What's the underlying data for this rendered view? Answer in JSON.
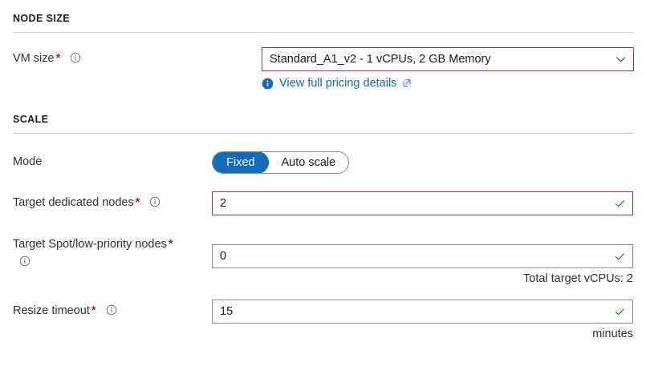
{
  "sections": {
    "node_size": {
      "title": "NODE SIZE",
      "vm_size": {
        "label": "VM size",
        "required_marker": "*",
        "info_icon": "info-circle-icon",
        "value": "Standard_A1_v2 - 1 vCPUs, 2 GB Memory",
        "chevron_icon": "chevron-down-icon",
        "border_color": "#8b2f8b"
      },
      "pricing_link": {
        "info_icon": "info-filled-icon",
        "text": "View full pricing details",
        "external_icon": "external-link-icon",
        "color": "#0f6cbd"
      }
    },
    "scale": {
      "title": "SCALE",
      "mode": {
        "label": "Mode",
        "options": [
          "Fixed",
          "Auto scale"
        ],
        "selected": "Fixed",
        "active_color": "#0f6cbd"
      },
      "target_dedicated_nodes": {
        "label": "Target dedicated nodes",
        "required_marker": "*",
        "info_icon": "info-circle-icon",
        "value": "2",
        "validation_icon": "checkmark-icon",
        "validation_color": "#107c10",
        "border_color": "#8b2f8b"
      },
      "target_spot_nodes": {
        "label": "Target Spot/low-priority nodes",
        "required_marker": "*",
        "info_icon": "info-circle-icon",
        "value": "0",
        "validation_icon": "checkmark-icon",
        "validation_color": "#107c10",
        "helper_text": "Total target vCPUs: 2"
      },
      "resize_timeout": {
        "label": "Resize timeout",
        "required_marker": "*",
        "info_icon": "info-circle-icon",
        "value": "15",
        "validation_icon": "checkmark-icon",
        "validation_color": "#107c10",
        "helper_text": "minutes"
      }
    }
  }
}
